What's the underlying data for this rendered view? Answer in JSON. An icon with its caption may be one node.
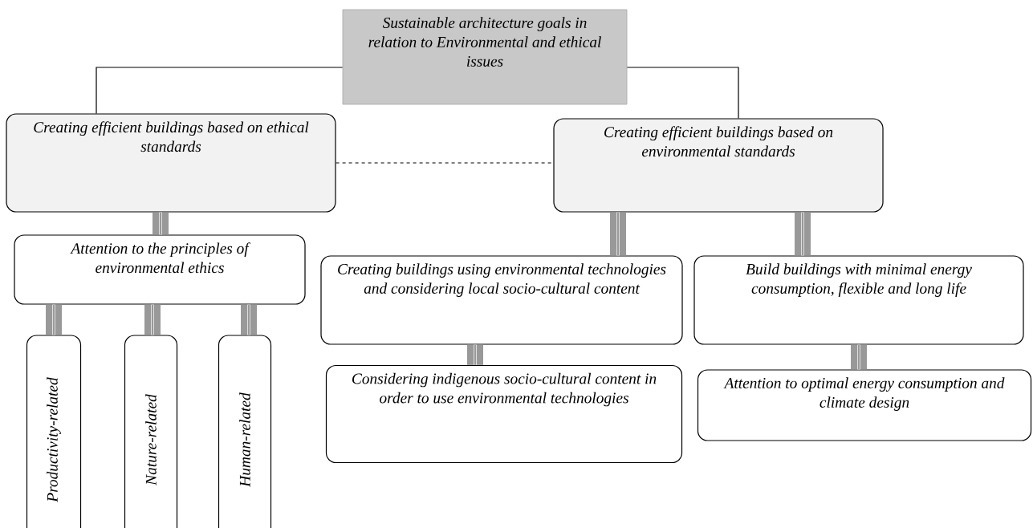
{
  "diagram": {
    "nodes": [
      {
        "text": [
          "Sustainable architecture goals in relation to Environmental and ethical issues"
        ]
      },
      {
        "text": [
          "Creating efficient buildings based on ethical standards"
        ]
      },
      {
        "text": [
          "Creating efficient buildings based on environmental standards"
        ]
      },
      {
        "text": [
          "Attention to the principles of environmental ethics"
        ]
      },
      {
        "text": [
          "Creating buildings using environmental technologies and considering local socio-cultural content"
        ]
      },
      {
        "text": [
          "Build buildings with minimal energy consumption, flexible and long life"
        ]
      },
      {
        "text": [
          "Productivity-related"
        ]
      },
      {
        "text": [
          "Nature-related"
        ]
      },
      {
        "text": [
          "Human-related"
        ]
      },
      {
        "text": [
          "Considering indigenous socio-cultural content in order to use environmental technologies"
        ]
      },
      {
        "text": [
          "Attention to optimal energy consumption and climate design"
        ]
      }
    ],
    "edges": [
      {
        "from": 0,
        "to": 1,
        "arrow": "none",
        "color": "#000000"
      },
      {
        "from": 0,
        "to": 2,
        "arrow": "none",
        "color": "#000000"
      },
      {
        "from": 1,
        "to": 2,
        "arrow": "none",
        "style": "dashed",
        "color": "#000000"
      },
      {
        "from": 1,
        "to": 3,
        "arrow": "none"
      },
      {
        "from": 2,
        "to": 4,
        "arrow": "none"
      },
      {
        "from": 2,
        "to": 5,
        "arrow": "none"
      },
      {
        "from": 3,
        "to": 6,
        "arrow": "none"
      },
      {
        "from": 3,
        "to": 7,
        "arrow": "none"
      },
      {
        "from": 3,
        "to": 8,
        "arrow": "none"
      },
      {
        "from": 4,
        "to": 9,
        "arrow": "none"
      },
      {
        "from": 5,
        "to": 10,
        "arrow": "none"
      }
    ]
  }
}
